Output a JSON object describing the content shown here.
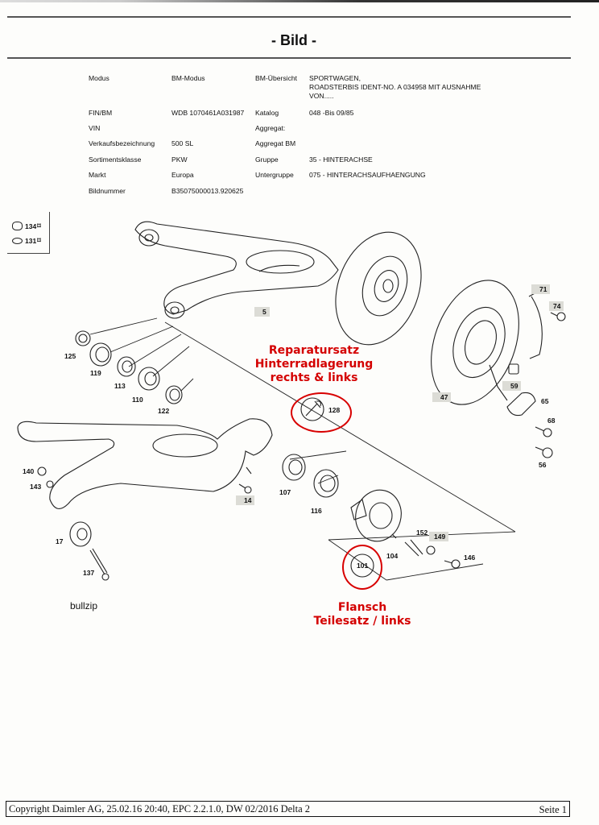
{
  "header": {
    "title": "- Bild -"
  },
  "meta_left": [
    {
      "label": "Modus",
      "value": "BM-Modus"
    },
    {
      "label": "FIN/BM",
      "value": "WDB 1070461A031987"
    },
    {
      "label": "VIN",
      "value": ""
    },
    {
      "label": "Verkaufsbezeichnung",
      "value": "500 SL"
    },
    {
      "label": "Sortimentsklasse",
      "value": "PKW"
    },
    {
      "label": "Markt",
      "value": "Europa"
    },
    {
      "label": "Bildnummer",
      "value": "B35075000013.920625"
    }
  ],
  "meta_right": [
    {
      "label": "BM-Übersicht",
      "value_lines": [
        "SPORTWAGEN,",
        "ROADSTERBIS IDENT-NO. A 034958 MIT AUSNAHME",
        "VON....."
      ]
    },
    {
      "label": "Katalog",
      "value": "048 -Bis 09/85"
    },
    {
      "label": "Aggregat:",
      "value": ""
    },
    {
      "label": "Aggregat BM",
      "value": ""
    },
    {
      "label": "Gruppe",
      "value": "35  -  HINTERACHSE"
    },
    {
      "label": "Untergruppe",
      "value": "075  -  HINTERACHSAUFHAENGUNG"
    }
  ],
  "legend": [
    {
      "number": "134",
      "icon": "nut-icon",
      "symbol": "⌑"
    },
    {
      "number": "131",
      "icon": "washer-icon",
      "symbol": "⌑"
    }
  ],
  "parts": {
    "p5": "5",
    "p125": "125",
    "p119": "119",
    "p113": "113",
    "p110": "110",
    "p122": "122",
    "p128": "128",
    "p47": "47",
    "p71": "71",
    "p74": "74",
    "p59": "59",
    "p65": "65",
    "p68": "68",
    "p56": "56",
    "p140": "140",
    "p143": "143",
    "p14": "14",
    "p107": "107",
    "p116": "116",
    "p17": "17",
    "p137": "137",
    "p152": "152",
    "p149": "149",
    "p104": "104",
    "p146": "146",
    "p101": "101"
  },
  "callouts": {
    "repair_kit": [
      "Reparatursatz",
      "Hinterradlagerung",
      "rechts & links"
    ],
    "flange": [
      "Flansch",
      "Teilesatz / links"
    ]
  },
  "watermark": "bullzip",
  "footer": {
    "copyright": "Copyright Daimler AG, 25.02.16 20:40, EPC 2.2.1.0, DW 02/2016 Delta 2",
    "page": "Seite 1"
  },
  "colors": {
    "callout_red": "#d40000",
    "label_shade": "#dcdcd6"
  }
}
